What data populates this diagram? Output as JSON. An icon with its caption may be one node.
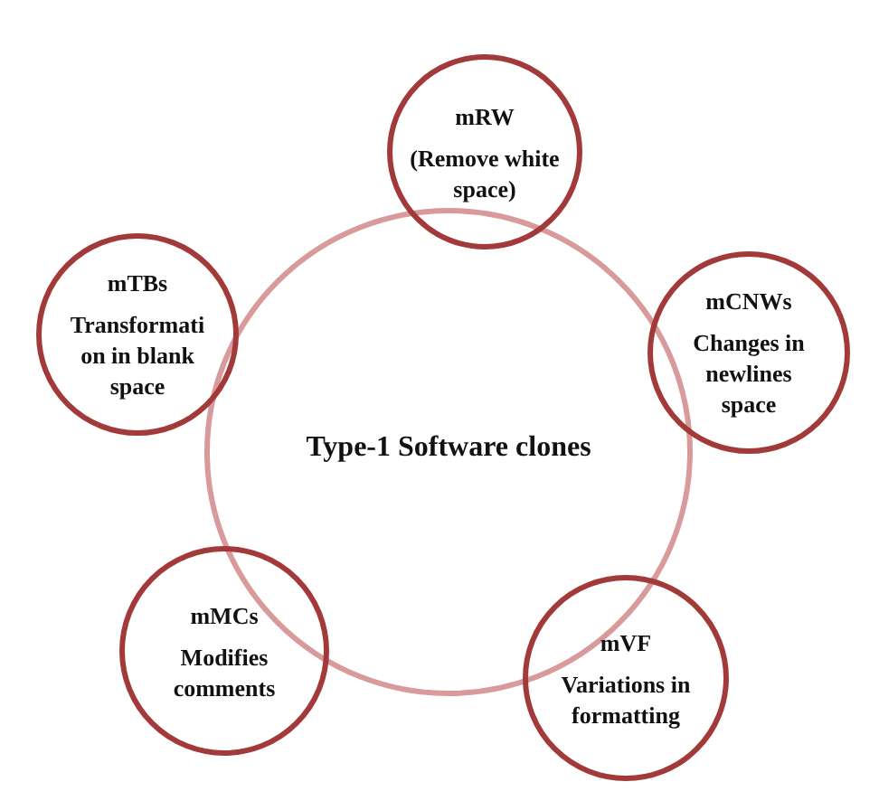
{
  "diagram": {
    "nodes": [
      {
        "text": [
          "Type-1 Software clones"
        ]
      },
      {
        "text": [
          "mRW",
          "(Remove white space)"
        ]
      },
      {
        "text": [
          "mTBs",
          "Transformati on in blank space"
        ]
      },
      {
        "text": [
          "mCNWs",
          "Changes in newlines space"
        ]
      },
      {
        "text": [
          "mMCs",
          "Modifies comments"
        ]
      },
      {
        "text": [
          "mVF",
          "Variations in formatting"
        ]
      }
    ]
  }
}
